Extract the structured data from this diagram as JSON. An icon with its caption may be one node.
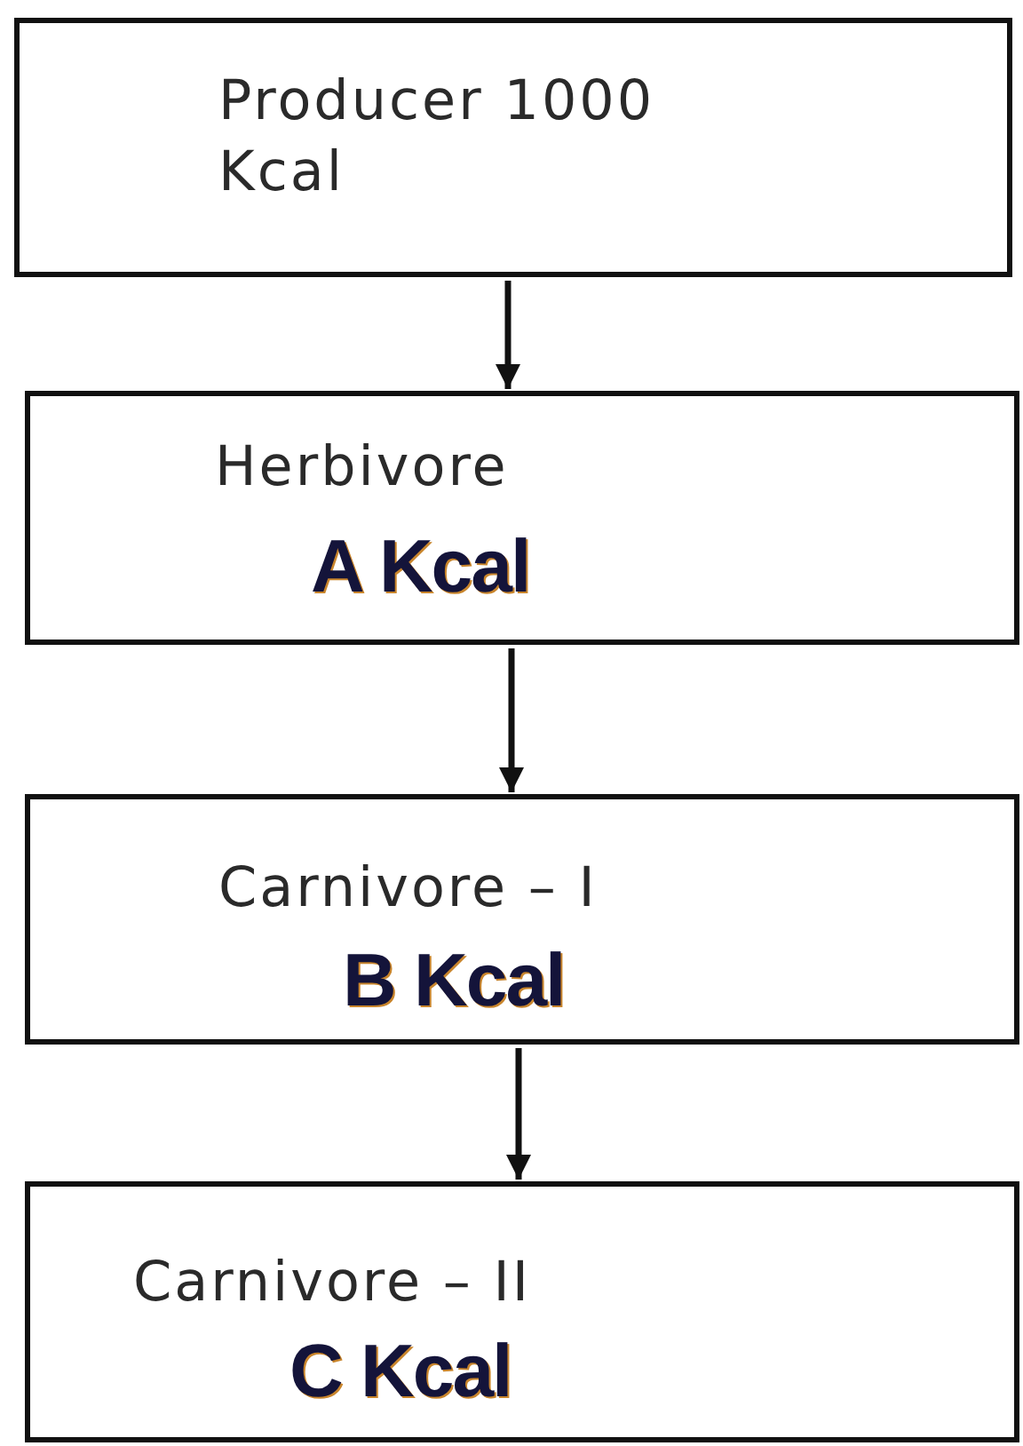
{
  "diagram": {
    "nodes": [
      {
        "text": [
          "Producer 1000 Kcal"
        ]
      },
      {
        "text": [
          "Herbivore",
          "A Kcal"
        ]
      },
      {
        "text": [
          "Carnivore – I",
          "B Kcal"
        ]
      },
      {
        "text": [
          "Carnivore – II",
          "C Kcal"
        ]
      }
    ],
    "edges": [
      {
        "from": 0,
        "to": 1,
        "arrow": "to"
      },
      {
        "from": 1,
        "to": 2,
        "arrow": "to"
      },
      {
        "from": 2,
        "to": 3,
        "arrow": "to"
      }
    ]
  }
}
